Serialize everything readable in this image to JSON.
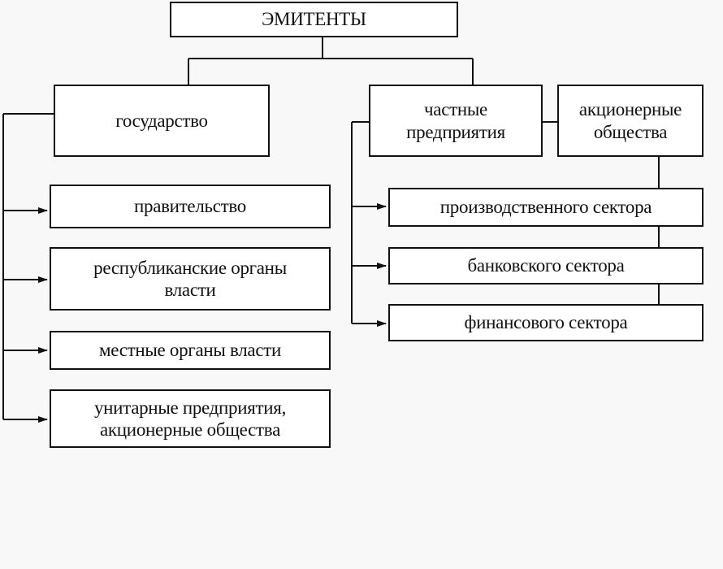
{
  "root": {
    "label": "ЭМИТЕНТЫ"
  },
  "state": {
    "label": "государство",
    "children": [
      "правительство",
      "республиканские органы\nвласти",
      "местные органы власти",
      "унитарные предприятия,\nакционерные общества"
    ]
  },
  "private": {
    "label": "частные\nпредприятия",
    "joint_stock": {
      "label": "акционерные\nобщества"
    },
    "children": [
      "производственного сектора",
      "банковского сектора",
      "финансового сектора"
    ]
  },
  "colors": {
    "line": "#111111",
    "box_fill": "#ffffff",
    "background": "#f8f8f8"
  }
}
